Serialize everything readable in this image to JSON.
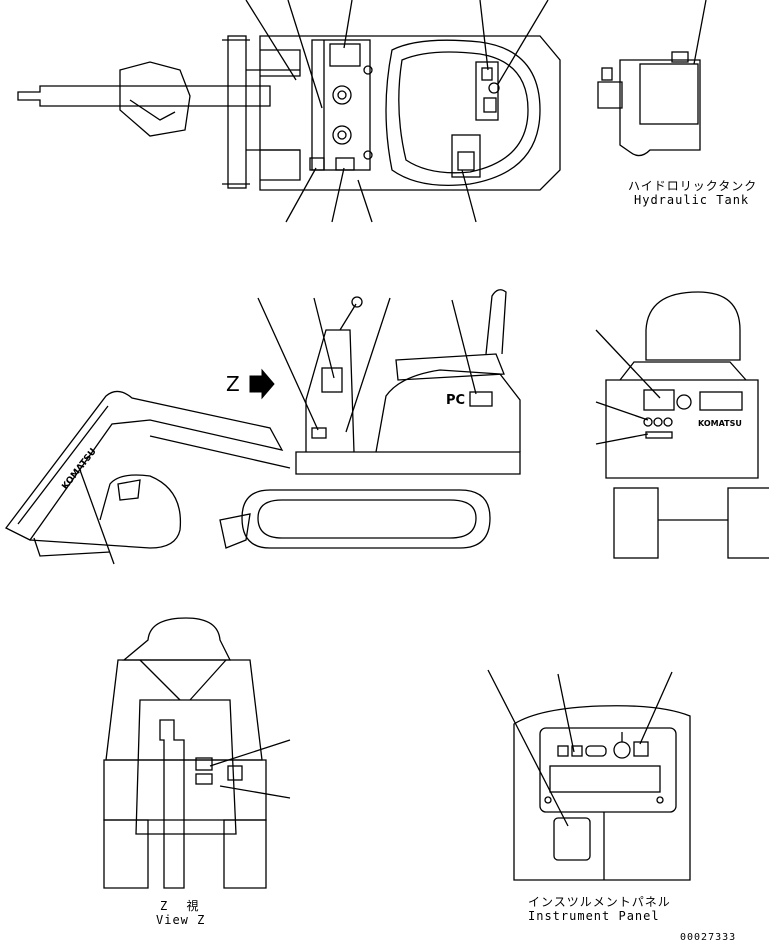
{
  "labels": {
    "hydraulic_tank_jp": "ハイドロリックタンク",
    "hydraulic_tank_en": "Hydraulic Tank",
    "view_z_marker": "Z",
    "view_z_jp": "Z 視",
    "view_z_en": "View Z",
    "instrument_panel_jp": "インスツルメントパネル",
    "instrument_panel_en": "Instrument Panel",
    "pc_mark": "PC",
    "brand_side": "KOMATSU",
    "brand_rear": "KOMATSU",
    "drawing_number": "00027333"
  }
}
